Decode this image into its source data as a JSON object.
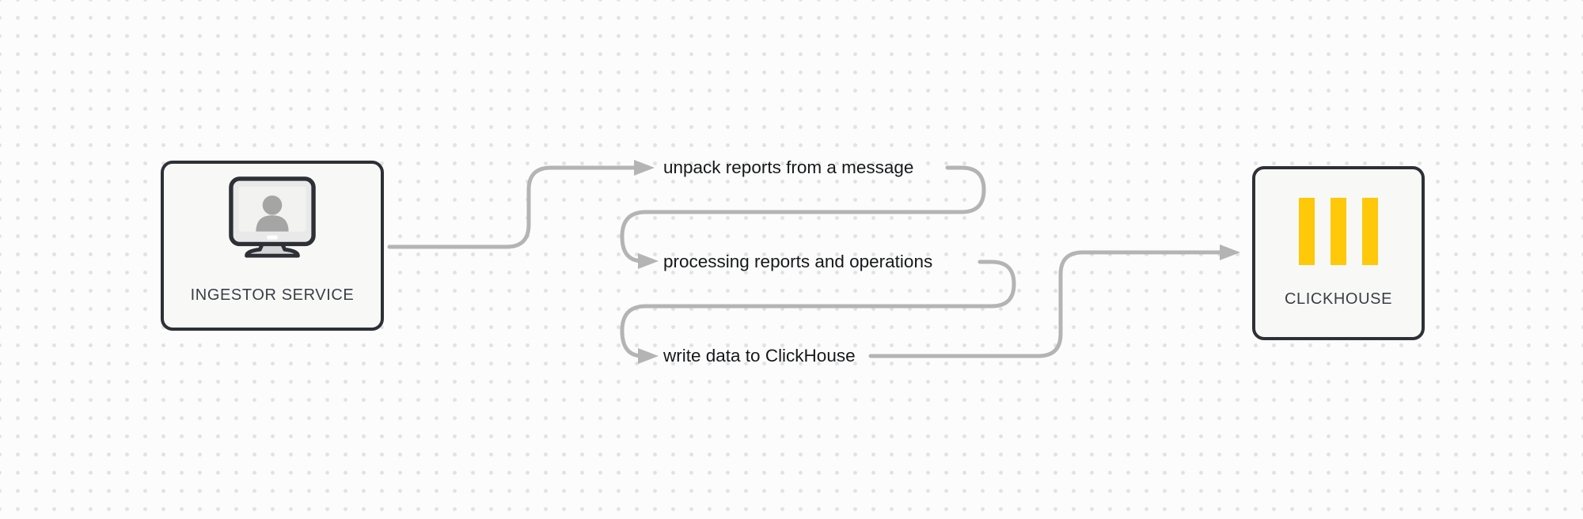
{
  "diagram": {
    "nodes": {
      "ingestor": {
        "label": "INGESTOR SERVICE",
        "icon": "monitor-user-icon"
      },
      "clickhouse": {
        "label": "CLICKHOUSE",
        "icon": "clickhouse-bars-icon"
      }
    },
    "steps": [
      {
        "label": "unpack reports from a message"
      },
      {
        "label": "processing reports and operations"
      },
      {
        "label": "write data to ClickHouse"
      }
    ],
    "colors": {
      "accent_yellow": "#ffc808",
      "connector_gray": "#b4b4b4",
      "node_border": "#2d3136",
      "node_fill": "#f8f9f7",
      "text_dark": "#16181a",
      "label_color": "#3a3e44",
      "dot_color": "#e2e2e2",
      "background": "#fcfcfc",
      "icon_gray": "#a5a5a5",
      "icon_light": "#e9e9e9",
      "screen_light": "#f2f2f1",
      "stand_gray": "#d5d5d5",
      "power_dash": "#ffffff"
    }
  }
}
